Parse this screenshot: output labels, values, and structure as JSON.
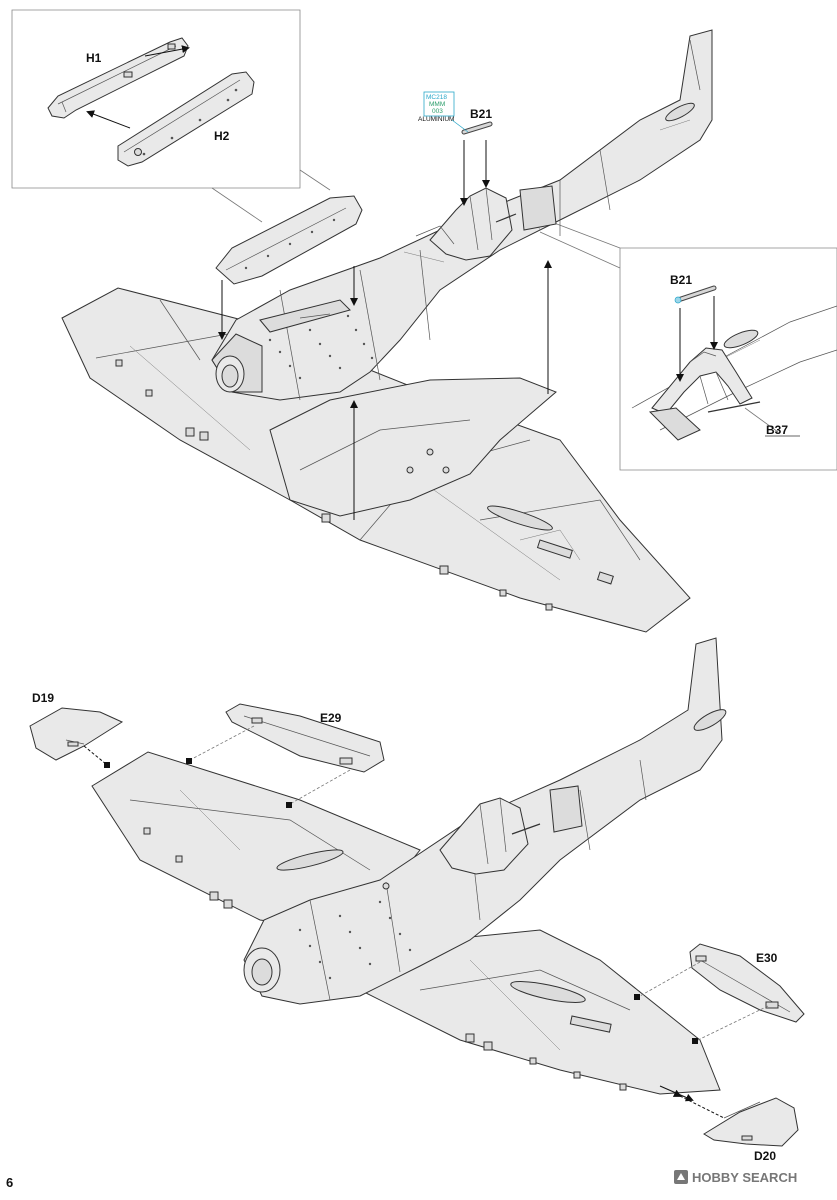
{
  "page_number": "6",
  "parts": {
    "h1": "H1",
    "h2": "H2",
    "b21_main": "B21",
    "b21_inset": "B21",
    "b37": "B37",
    "d19": "D19",
    "e29": "E29",
    "e30": "E30",
    "d20": "D20"
  },
  "color_callout": {
    "code": "MC218",
    "line2": "MMM",
    "line3": "003",
    "name": "ALUMINIUM",
    "border_color": "#2aa7c9",
    "text_color": "#2a9d6a"
  },
  "watermark": {
    "text": "HOBBY SEARCH",
    "icon": "hobby-search-logo-icon"
  }
}
